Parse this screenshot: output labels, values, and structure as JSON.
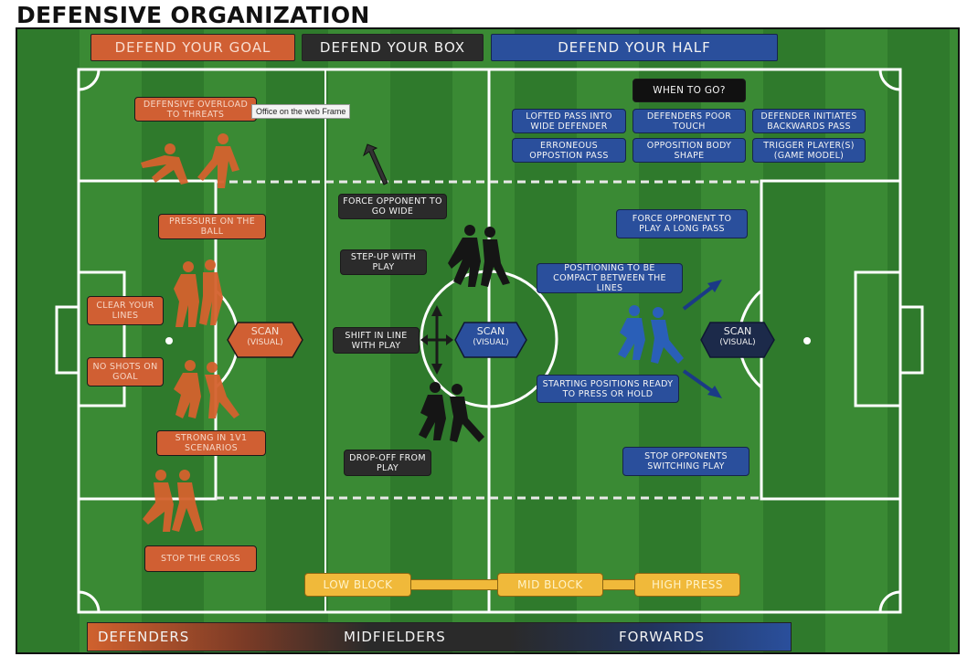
{
  "title": "DEFENSIVE ORGANIZATION",
  "top_bands": {
    "defend_goal": "DEFEND YOUR GOAL",
    "defend_box": "DEFEND YOUR BOX",
    "defend_half": "DEFEND YOUR HALF"
  },
  "tooltip": "Office on the web Frame",
  "defenders": {
    "overload": "DEFENSIVE OVERLOAD TO THREATS",
    "pressure": "PRESSURE ON THE BALL",
    "clear": "CLEAR YOUR LINES",
    "no_shots": "NO SHOTS ON GOAL",
    "strong_1v1": "STRONG IN 1V1 SCENARIOS",
    "stop_cross": "STOP THE CROSS",
    "scan": "SCAN",
    "scan_sub": "(VISUAL)"
  },
  "midfielders": {
    "force_wide": "FORCE OPPONENT TO GO WIDE",
    "step_up": "STEP-UP WITH PLAY",
    "shift": "SHIFT IN LINE WITH PLAY",
    "drop_off": "DROP-OFF FROM PLAY",
    "scan": "SCAN",
    "scan_sub": "(VISUAL)"
  },
  "forwards": {
    "when_to_go": "WHEN TO GO?",
    "triggers": [
      "LOFTED PASS INTO WIDE DEFENDER",
      "DEFENDERS POOR TOUCH",
      "DEFENDER INITIATES BACKWARDS PASS",
      "ERRONEOUS OPPOSTION PASS",
      "OPPOSITION BODY SHAPE",
      "TRIGGER PLAYER(S) (GAME MODEL)"
    ],
    "long_pass": "FORCE OPPONENT TO PLAY A LONG PASS",
    "compact": "POSITIONING TO BE COMPACT BETWEEN THE LINES",
    "starting": "STARTING POSITIONS READY TO PRESS OR HOLD",
    "switching": "STOP OPPONENTS SWITCHING PLAY",
    "scan": "SCAN",
    "scan_sub": "(VISUAL)"
  },
  "blocks": {
    "low": "LOW BLOCK",
    "mid": "MID BLOCK",
    "high": "HIGH PRESS"
  },
  "bottom_bar": {
    "defenders": "DEFENDERS",
    "midfielders": "MIDFIELDERS",
    "forwards": "FORWARDS"
  },
  "colors": {
    "defenders": "#d05f33",
    "midfielders": "#2b2b2b",
    "forwards": "#2a4f9c",
    "blocks": "#f0b93a",
    "pitch": "#2f7a2c"
  }
}
